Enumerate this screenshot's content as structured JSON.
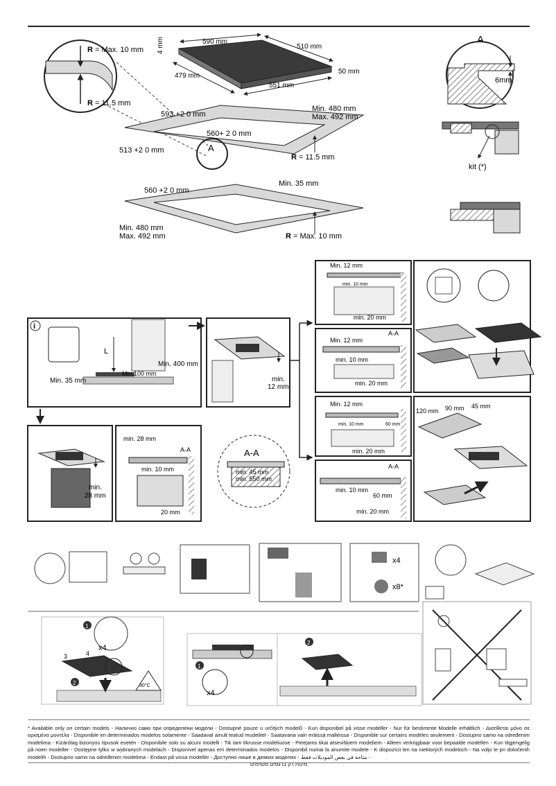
{
  "colors": {
    "panel_gray": "#d9d9d9",
    "hob_dark": "#3a3a3a",
    "hatch": "#555555",
    "line": "#222222"
  },
  "top": {
    "radius_top": {
      "r": "R",
      "text": "= Max. 10 mm"
    },
    "radius_bottom": {
      "r": "R",
      "text": "= 11.5 mm"
    },
    "hob": {
      "w590": "590 mm",
      "w510": "510 mm",
      "h4": "4 mm",
      "d479": "479 mm",
      "d551": "551 mm",
      "h50": "50 mm"
    },
    "cutout1": {
      "w593": "593 +2 0 mm",
      "w560": "560+ 2 0 mm",
      "d513": "513 +2 0 mm",
      "min480": "Min. 480 mm",
      "max492": "Max. 492 mm",
      "marker": "A",
      "r_label": "R",
      "r_text": "= 11.5 mm"
    },
    "cutout2": {
      "w560": "560 +2 0 mm",
      "min35": "Min. 35 mm",
      "min480": "Min. 480 mm",
      "max492": "Max. 492 mm",
      "r_label": "R",
      "r_text": "= Max. 10 mm"
    },
    "detailA": {
      "title": "A",
      "dim": "6mm",
      "kit": "kit (*)"
    }
  },
  "install": {
    "info_icon": "i",
    "kitchen": {
      "l": "L",
      "min400": "Min. 400 mm",
      "min100": "Min.100 mm",
      "min35": "Min. 35 mm"
    },
    "counter": {
      "min12": "min.",
      "min12b": "12 mm"
    },
    "oven": {
      "min28": "min.",
      "min28b": "28 mm"
    },
    "aa_left": {
      "min28": "min. 28 mm",
      "aa": "A-A",
      "min10": "min. 10 mm",
      "d20": "20 mm"
    },
    "aa_circle": {
      "aa": "A-A",
      "min45": "min. 45 mm",
      "min550": "min. 550 mm"
    },
    "sect1": {
      "min12": "Min. 12 mm",
      "min10": "min. 10 mm",
      "min20": "min. 20 mm"
    },
    "sect2": {
      "min12": "Min. 12 mm",
      "aa": "A-A",
      "min10": "min. 10 mm",
      "min20": "min. 20 mm"
    },
    "sect3": {
      "min12": "Min. 12 mm",
      "min10": "min. 10 mm",
      "d60": "60 mm",
      "min20": "min. 20 mm"
    },
    "sect4": {
      "aa": "A-A",
      "min10": "min. 10 mm",
      "d60": "60 mm",
      "min20": "min. 20 mm"
    },
    "panel": {
      "d120": "120 mm",
      "d90": "90 mm",
      "d45": "45 mm"
    }
  },
  "parts": {
    "x4": "x4",
    "x8": "x8*"
  },
  "steps": {
    "left": {
      "s1": "1",
      "s2": "2",
      "x4": "x4",
      "n3": "3",
      "n4": "4",
      "temp": "90°C"
    },
    "right": {
      "s1": "1",
      "s2": "2",
      "x4": "x4"
    }
  },
  "footer": {
    "text": "* Available only on certain models - Налично само при определени модели - Dostupné pouze u určitých modelů - Kun disponibel på visse modeller - Nur für bestimmte Modelle erhältlich - Διατίθεται μόνο σε ορισμένα μοντέλα - Disponible en determinados modelos solamente - Saadaval ainult teatud mudelitel - Saatavana vain eräissä malleissa - Disponible sur certains modèles seulement - Dostupno samo na određenim modelima - Kizárólag bizonyos típusok esetén - Disponibile solo su alcuni modelli - Tik tam tikruose modeliuose - Pieejams tikai atsevišķiem modeļiem - Alleen verkrijgbaar voor bepaalde modellen - Kun tilgjengelig på noen modeller - Dostępne tylko w wybranych modelach - Disponível apenas em determinados modelos - Disponibil numai la anumite modele - K dispozícii len na niektorých modeloch - Na voljo le pri določenih modelih - Dostupno samo na određenim modelima - Endast på vissa modeller - Доступно лише в деяких моделях - متاحة في بعض الموديلات فقط -",
    "hebrew": "מינות רק בדגמים מסוימים"
  }
}
